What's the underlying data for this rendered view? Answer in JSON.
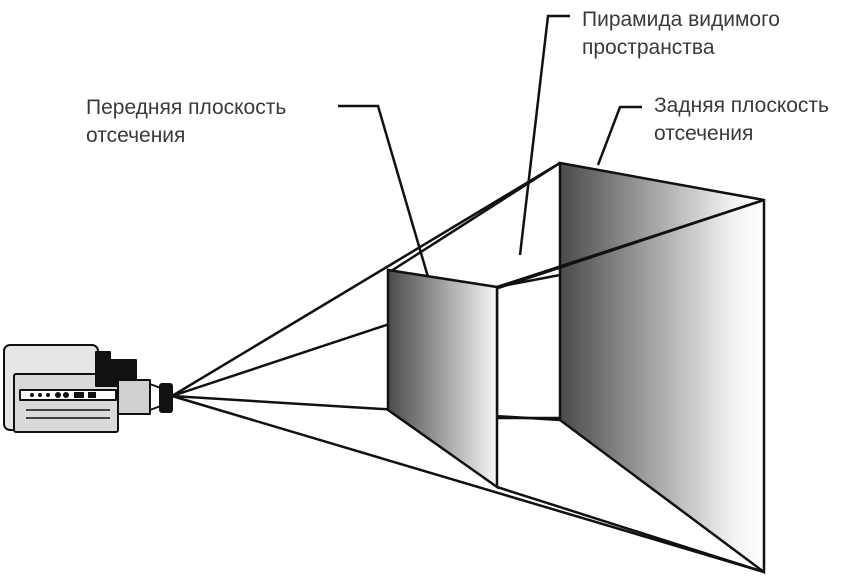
{
  "labels": {
    "near_plane": {
      "line1": "Передняя плоскость",
      "line2": "отсечения"
    },
    "frustum": {
      "line1": "Пирамида видимого",
      "line2": "пространства"
    },
    "far_plane": {
      "line1": "Задняя плоскость",
      "line2": "отсечения"
    }
  },
  "colors": {
    "stroke": "#111111",
    "plane_dark": "#4a4a4a",
    "plane_light": "#ffffff",
    "text": "#3a3a3a"
  },
  "icons": [
    "video-camera-icon"
  ]
}
